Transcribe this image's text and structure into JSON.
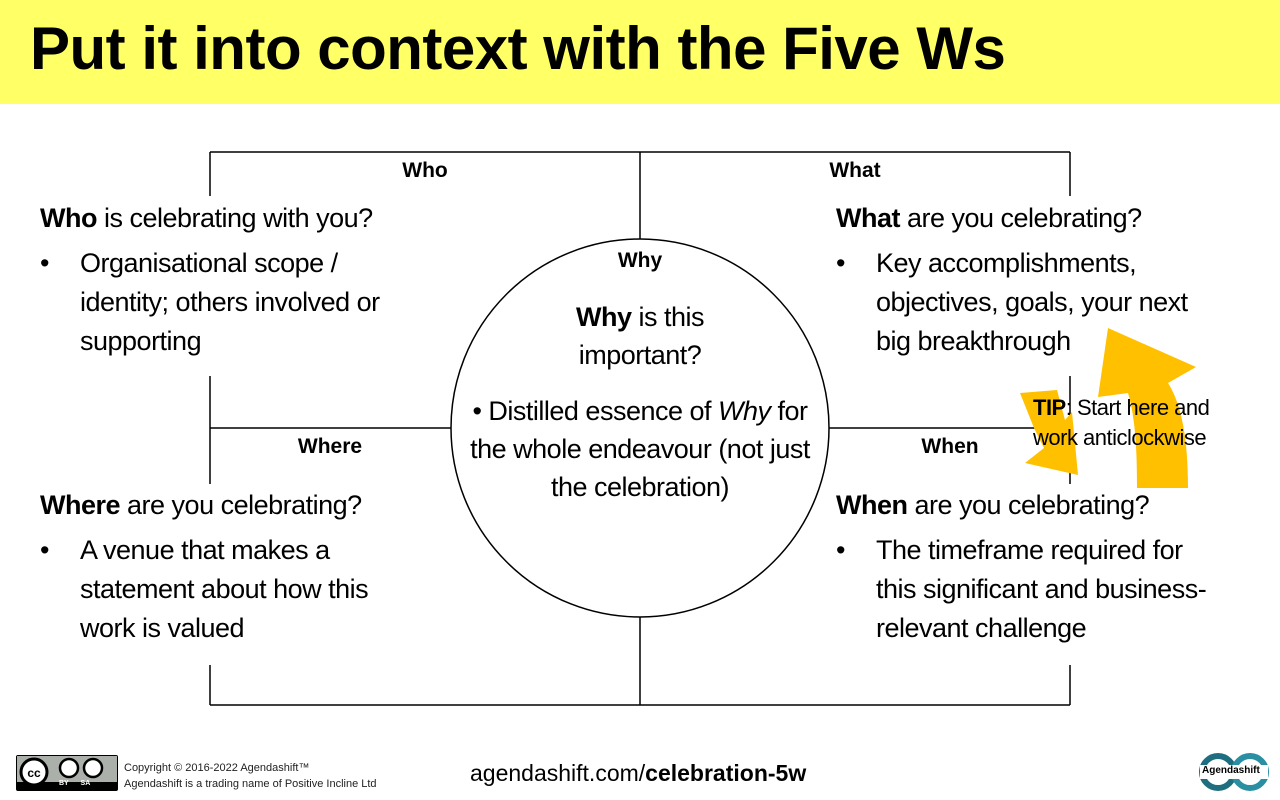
{
  "title": "Put it into context with the Five Ws",
  "quadrants": {
    "who": {
      "label": "Who",
      "head_bold": "Who",
      "head_rest": " is celebrating with you?",
      "bullet": "Organisational scope / identity; others involved or supporting"
    },
    "what": {
      "label": "What",
      "head_bold": "What",
      "head_rest": " are you celebrating?",
      "bullet": "Key accomplishments, objectives, goals, your next big breakthrough"
    },
    "where": {
      "label": "Where",
      "head_bold": "Where",
      "head_rest": " are you celebrating?",
      "bullet": "A venue that makes a statement about how this work is valued"
    },
    "when": {
      "label": "When",
      "head_bold": "When",
      "head_rest": " are you celebrating?",
      "bullet": "The timeframe required for this significant and business-relevant challenge"
    }
  },
  "why": {
    "label": "Why",
    "head_bold": "Why",
    "head_rest": " is this important?",
    "bullet_prefix": "Distilled essence of ",
    "bullet_italic": "Why",
    "bullet_rest": " for the whole endeavour (not just the celebration)"
  },
  "tip": {
    "bold": "TIP",
    "text": ": Start here and work anticlockwise"
  },
  "bullet_char": "•",
  "footer": {
    "copyright": "Copyright © 2016-2022 Agendashift™",
    "trading": "Agendashift is a trading name of Positive Incline Ltd",
    "url_plain": "agendashift.com/",
    "url_bold": "celebration-5w",
    "license_text": "BY SA",
    "logo_text": "Agendashift"
  },
  "colors": {
    "header": "#FFFF66",
    "arrow": "#FFC000",
    "logo": "#1F6E80"
  }
}
